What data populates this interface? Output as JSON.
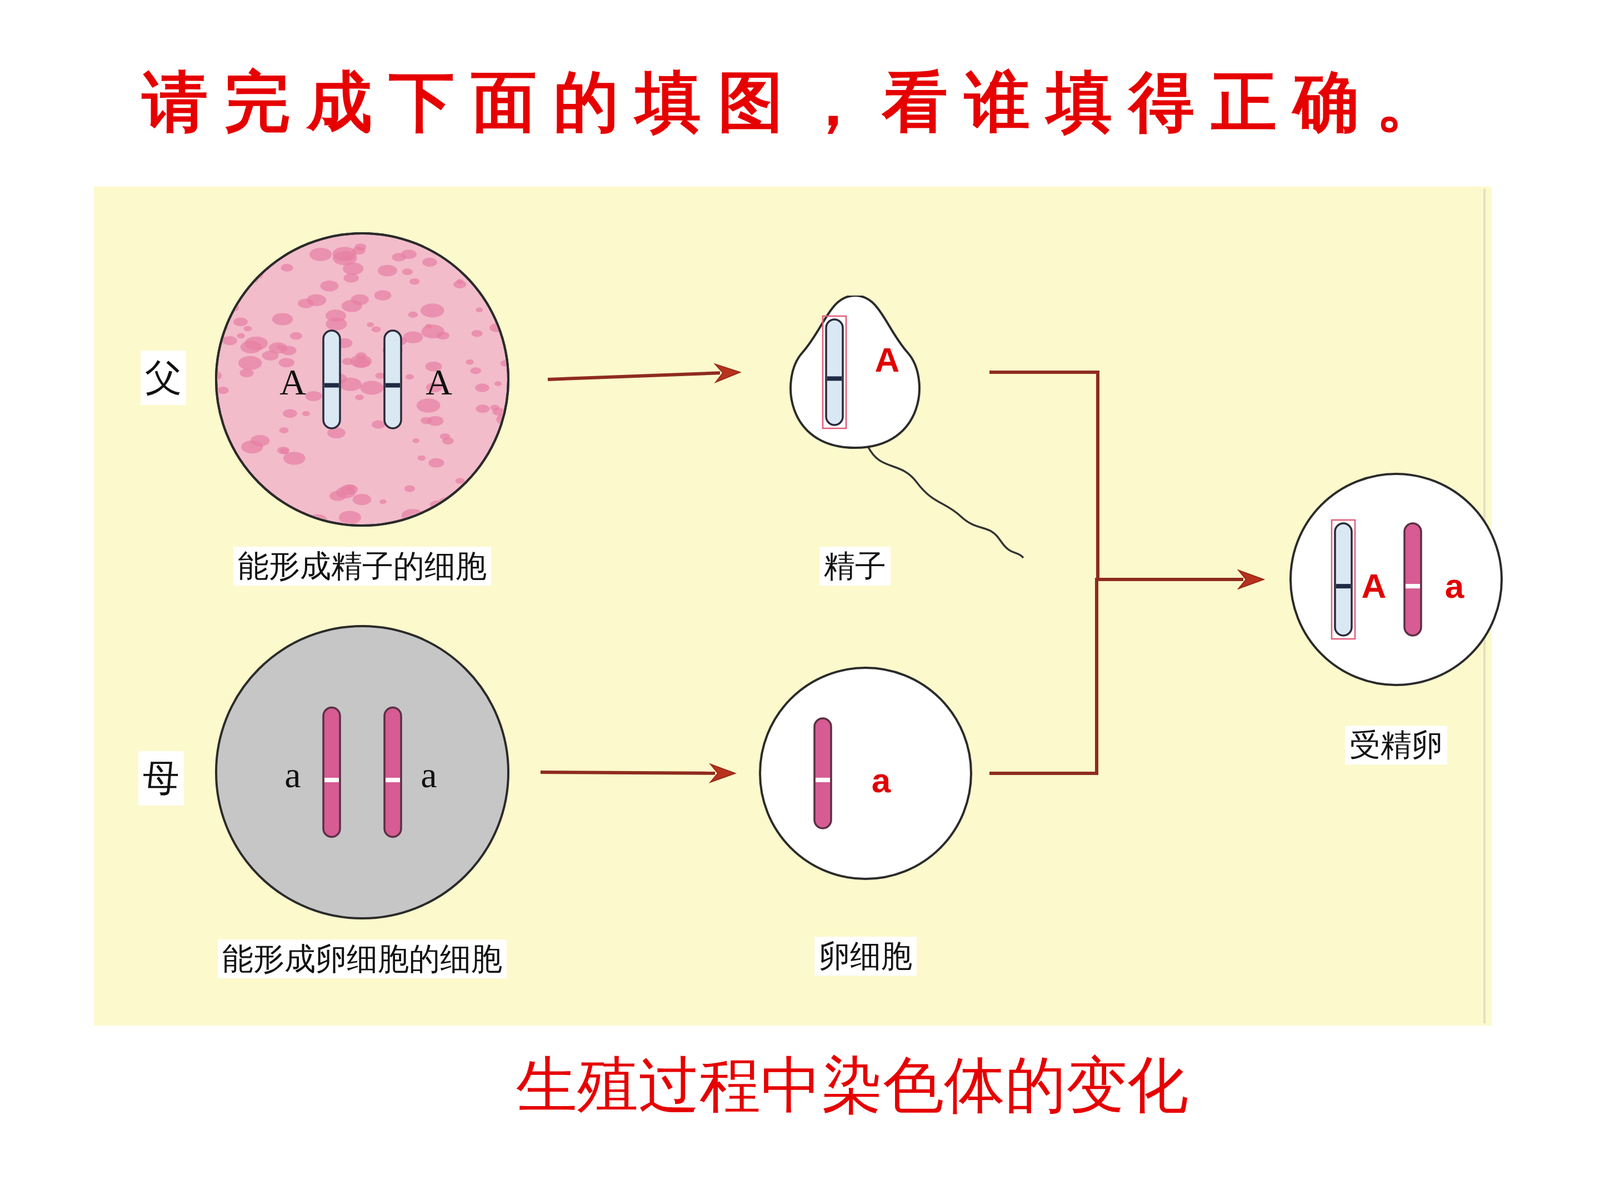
{
  "diagram": {
    "title": "请完成下面的填图，看谁填得正确。",
    "caption": "生殖过程中染色体的变化",
    "nodes": [
      {
        "text": [
          "A",
          "A",
          "能形成精子的细胞"
        ]
      },
      {
        "text": [
          "A",
          "精子"
        ]
      },
      {
        "text": [
          "A",
          "a",
          "受精卵"
        ]
      },
      {
        "text": [
          "a",
          "a",
          "能形成卵细胞的细胞"
        ]
      },
      {
        "text": [
          "a",
          "卵细胞"
        ]
      }
    ],
    "edges": [
      {
        "from": 0,
        "to": 1,
        "arrow": "to"
      },
      {
        "from": 3,
        "to": 4,
        "arrow": "to"
      },
      {
        "from": 1,
        "to": 2,
        "arrow": "to"
      },
      {
        "from": 4,
        "to": 2,
        "arrow": "to"
      }
    ],
    "labels": [
      "父",
      "母"
    ]
  }
}
